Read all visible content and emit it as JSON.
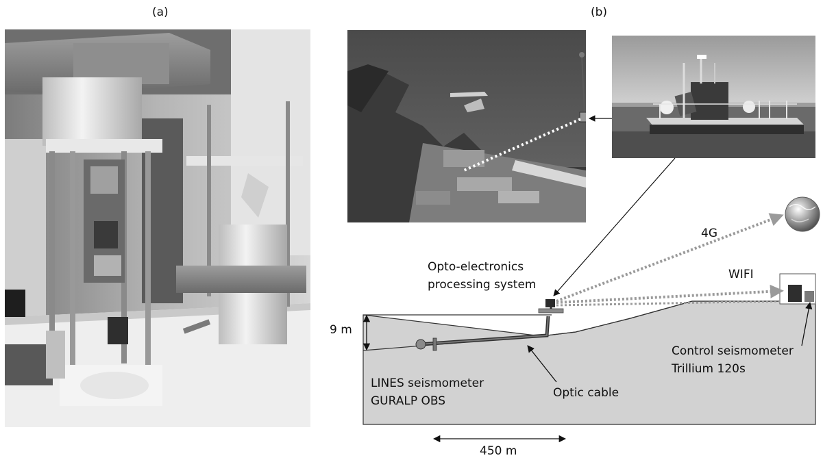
{
  "panels": {
    "a_label": "(a)",
    "b_label": "(b)"
  },
  "photos": {
    "a": "photo: seismometer prototype assembly on a table",
    "b_coast": "photo: aerial view of coastal harbour",
    "b_platform": "photo: floating instrumented platform at sea"
  },
  "diagram": {
    "depth_label": "9 m",
    "distance_label": "450 m",
    "opto_line1": "Opto-electronics",
    "opto_line2": "processing system",
    "link_4g": "4G",
    "link_wifi": "WIFI",
    "lines_line1": "LINES seismometer",
    "lines_line2": "GURALP OBS",
    "cable_label": "Optic cable",
    "control_line1": "Control seismometer",
    "control_line2": "Trillium 120s",
    "globe_icon": "globe-icon"
  },
  "colors": {
    "sea": "#d2d2d2",
    "outline": "#333333",
    "dotted_link": "#9a9a9a",
    "box_dark": "#2a2a2a"
  }
}
